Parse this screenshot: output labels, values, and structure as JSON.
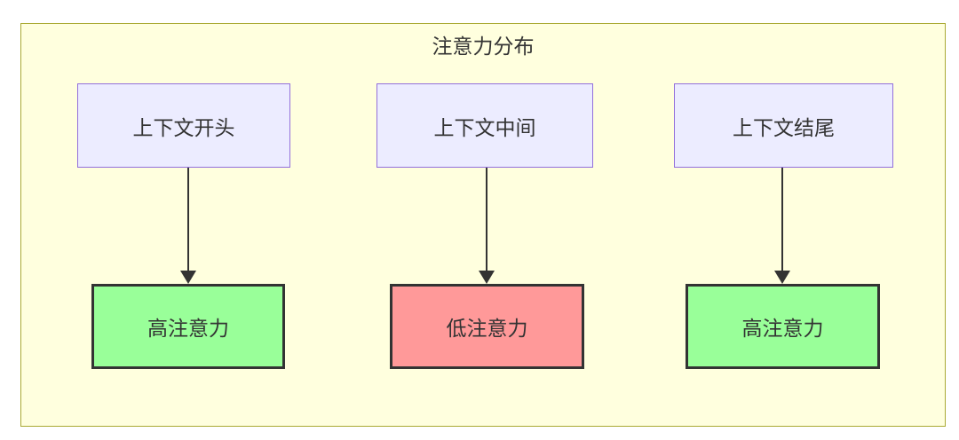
{
  "diagram": {
    "title": "注意力分布",
    "colors": {
      "container_bg": "#ffffde",
      "container_border": "#aaaa33",
      "source_bg": "#ECECFF",
      "source_border": "#9370DB",
      "high_attention_bg": "#99ff99",
      "low_attention_bg": "#ff9999",
      "result_border": "#333333",
      "text": "#333333",
      "arrow": "#333333"
    },
    "columns": [
      {
        "source": "上下文开头",
        "result": "高注意力",
        "result_color": "#99ff99"
      },
      {
        "source": "上下文中间",
        "result": "低注意力",
        "result_color": "#ff9999"
      },
      {
        "source": "上下文结尾",
        "result": "高注意力",
        "result_color": "#99ff99"
      }
    ]
  }
}
